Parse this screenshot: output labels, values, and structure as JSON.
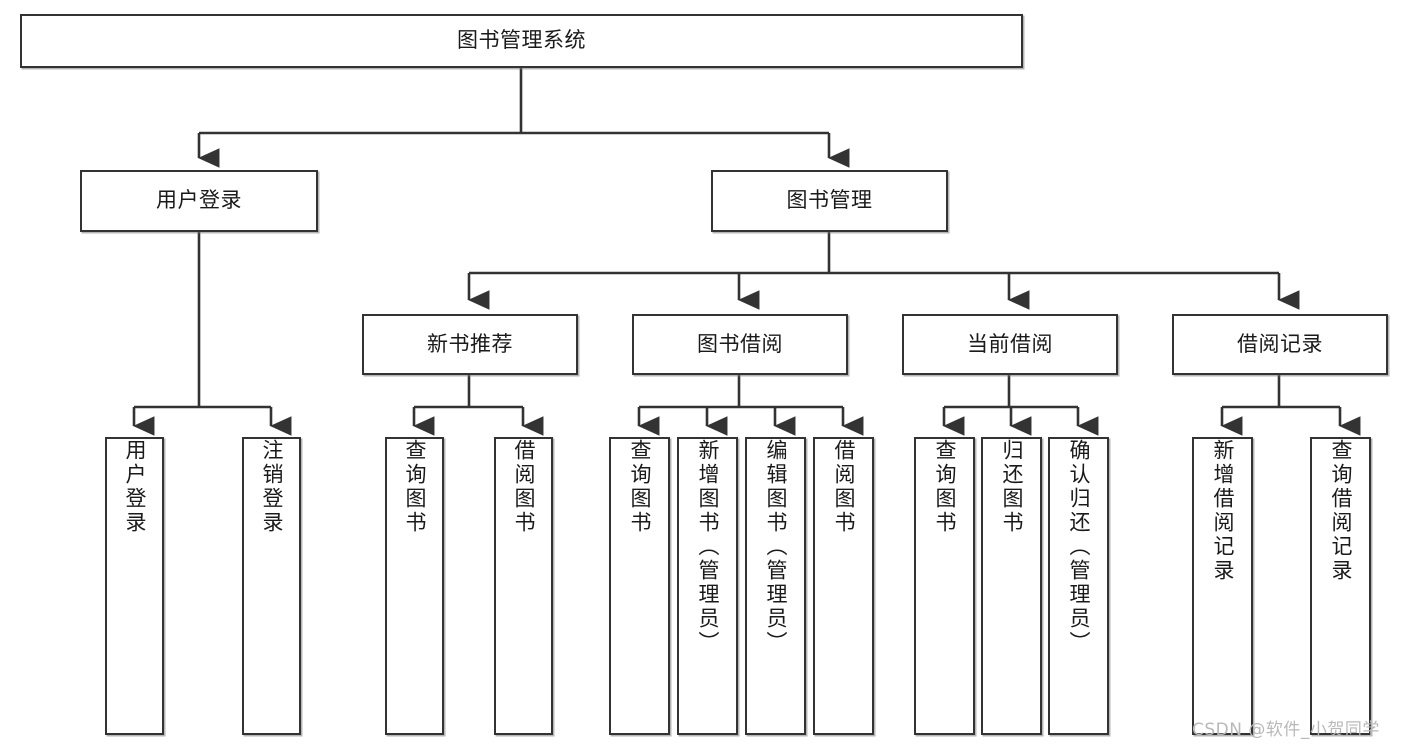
{
  "diagram": {
    "title": "图书管理系统",
    "watermark": "CSDN @软件_小贺同学",
    "line_color": "#333333",
    "box_fill": "#ffffff",
    "text_color": "#1a1a1a",
    "levels": {
      "root": {
        "label": "图书管理系统"
      },
      "level2": [
        {
          "label": "用户登录"
        },
        {
          "label": "图书管理"
        }
      ],
      "level3": [
        {
          "label": "新书推荐"
        },
        {
          "label": "图书借阅"
        },
        {
          "label": "当前借阅"
        },
        {
          "label": "借阅记录"
        }
      ],
      "leaves_user_login": [
        {
          "label": "用户登录"
        },
        {
          "label": "注销登录"
        }
      ],
      "leaves_new_book": [
        {
          "label": "查询图书"
        },
        {
          "label": "借阅图书"
        }
      ],
      "leaves_book_borrow": [
        {
          "label": "查询图书"
        },
        {
          "label": "新增图书（管理员）"
        },
        {
          "label": "编辑图书（管理员）"
        },
        {
          "label": "借阅图书"
        }
      ],
      "leaves_current_borrow": [
        {
          "label": "查询图书"
        },
        {
          "label": "归还图书"
        },
        {
          "label": "确认归还（管理员）"
        }
      ],
      "leaves_borrow_record": [
        {
          "label": "新增借阅记录"
        },
        {
          "label": "查询借阅记录"
        }
      ]
    }
  }
}
